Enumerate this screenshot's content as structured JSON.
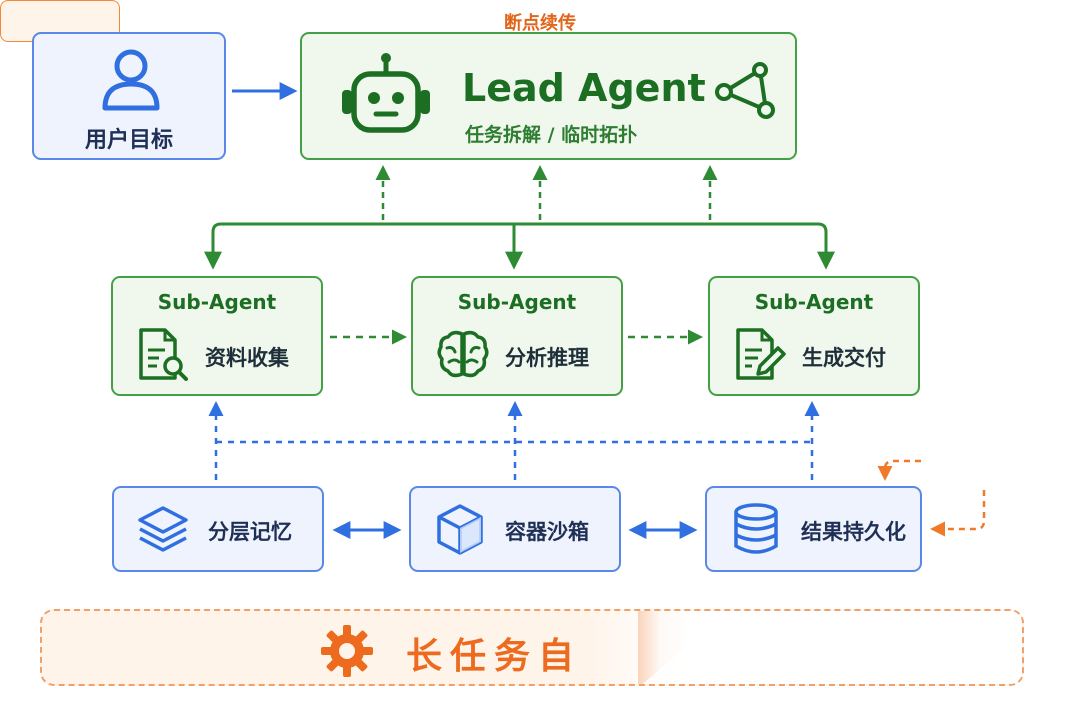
{
  "user_goal": {
    "label": "用户目标",
    "icon": "user-icon"
  },
  "lead_agent": {
    "title": "Lead Agent",
    "subtitle": "任务拆解 / 临时拓扑",
    "icons": [
      "robot-icon",
      "share-icon"
    ]
  },
  "sub_agents": [
    {
      "kind": "Sub-Agent",
      "task": "资料收集",
      "icon": "document-search-icon"
    },
    {
      "kind": "Sub-Agent",
      "task": "分析推理",
      "icon": "brain-icon"
    },
    {
      "kind": "Sub-Agent",
      "task": "生成交付",
      "icon": "document-edit-icon"
    }
  ],
  "infra": [
    {
      "label": "分层记忆",
      "icon": "layers-icon"
    },
    {
      "label": "容器沙箱",
      "icon": "cube-icon"
    },
    {
      "label": "结果持久化",
      "icon": "database-icon"
    }
  ],
  "resume_tag": "断点续传",
  "banner": {
    "text": "长任务自",
    "icon": "gear-icon"
  },
  "colors": {
    "blue": "#2f6fe0",
    "green": "#2e8b34",
    "orange": "#f07a28"
  }
}
